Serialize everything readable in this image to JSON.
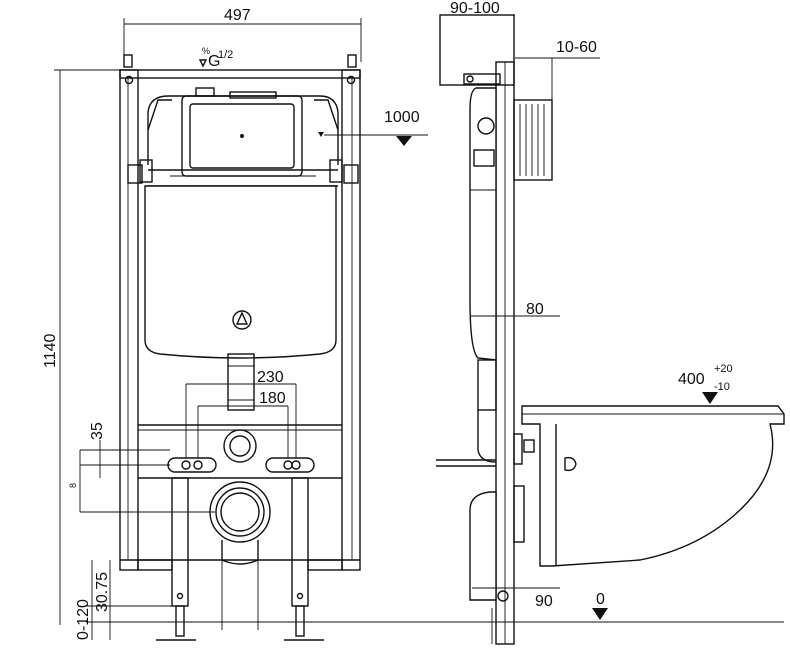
{
  "front_view": {
    "width_label": "497",
    "height_label": "1140",
    "inlet_label_main": "G",
    "inlet_label_fraction": "1/2",
    "inlet_label_prefix": "%",
    "tank_height_label": "1000",
    "bolt_spacing_outer": "230",
    "bolt_spacing_inner": "180",
    "bolt_height": "35",
    "foot_adjust_range": "0-120",
    "foot_offset": "30.75",
    "small_mark": "8"
  },
  "side_view": {
    "depth_top": "90-100",
    "wall_thickness": "10-60",
    "frame_depth": "80",
    "bottom_offset": "90",
    "floor_level": "0",
    "bowl_height_main": "400",
    "bowl_height_plus": "+20",
    "bowl_height_minus": "-10"
  }
}
